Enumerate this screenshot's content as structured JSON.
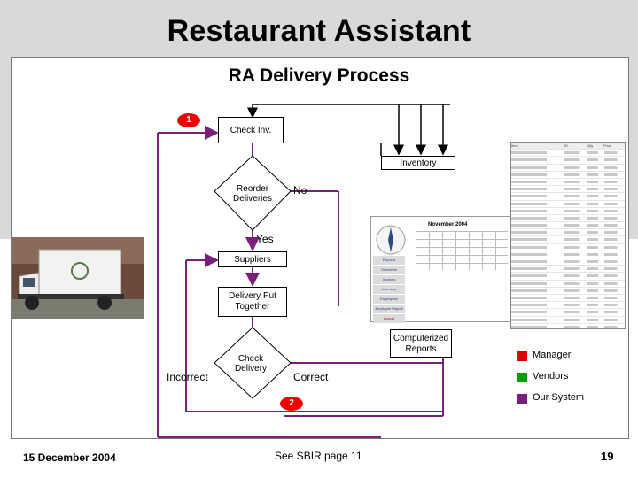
{
  "header": {
    "title": "Restaurant Assistant",
    "subtitle": "RA Delivery Process"
  },
  "flow": {
    "step_one": "1",
    "step_two": "2",
    "check_inv": "Check Inv.",
    "inventory": "Inventory",
    "reorder": "Reorder Deliveries",
    "no": "No",
    "yes": "Yes",
    "suppliers": "Suppliers",
    "delivery_put": "Delivery Put Together",
    "check_delivery": "Check Delivery",
    "incorrect": "Incorrect",
    "correct": "Correct",
    "computerized": "Computerized Reports"
  },
  "screenshot": {
    "title": "November 2004",
    "menu": [
      "Reports",
      "Deliveries",
      "Invoices",
      "Inventory",
      "Employees",
      "Employee Payroll",
      "Logout"
    ]
  },
  "table": {
    "header": [
      "Item",
      "ID",
      "Qty",
      "Price"
    ],
    "rows": 28
  },
  "legend": [
    {
      "label": "Manager",
      "color": "#e00000"
    },
    {
      "label": "Vendors",
      "color": "#00a000"
    },
    {
      "label": "Our System",
      "color": "#7a1f7a"
    }
  ],
  "colors": {
    "flow_line": "#7a1f7a",
    "inventory_line": "#000000",
    "badge": "#e00000"
  },
  "footer": {
    "date": "15 December 2004",
    "ref": "See SBIR page 11",
    "page": "19"
  }
}
